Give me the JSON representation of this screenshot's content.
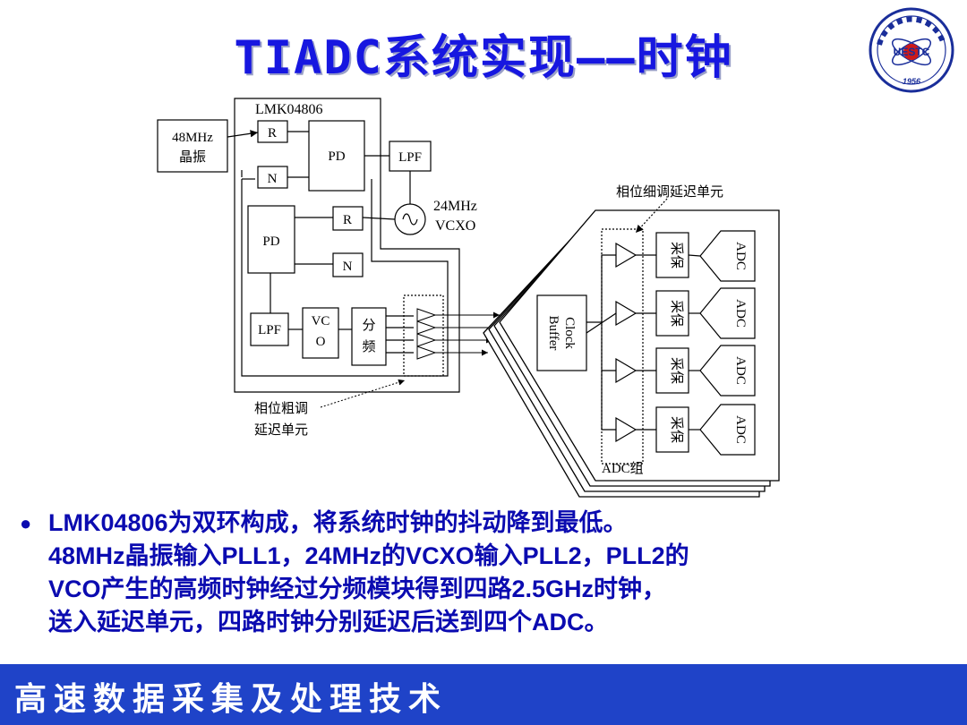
{
  "slide": {
    "title": "TIADC系统实现——时钟",
    "logo_text": "UESTC",
    "logo_year": "1956",
    "footer": "高速数据采集及处理技术"
  },
  "diagram": {
    "chip_label": "LMK04806",
    "crystal_line1": "48MHz",
    "crystal_line2": "晶振",
    "r1": "R",
    "n1": "N",
    "pd1": "PD",
    "lpf1": "LPF",
    "vcxo_line1": "24MHz",
    "vcxo_line2": "VCXO",
    "r2": "R",
    "n2": "N",
    "pd2": "PD",
    "lpf2": "LPF",
    "vco_line1": "VC",
    "vco_line2": "O",
    "divider_line1": "分",
    "divider_line2": "频",
    "coarse_delay_line1": "相位粗调",
    "coarse_delay_line2": "延迟单元",
    "fine_delay_label": "相位细调延迟单元",
    "clock_buffer_line1": "Clock",
    "clock_buffer_line2": "Buffer",
    "sh_label": "采保",
    "adc_label": "ADC",
    "adc_group_label": "ADC组"
  },
  "bullet": {
    "line1": "LMK04806为双环构成，将系统时钟的抖动降到最低。",
    "line2": "48MHz晶振输入PLL1，24MHz的VCXO输入PLL2，PLL2的",
    "line3": "VCO产生的高频时钟经过分频模块得到四路2.5GHz时钟，",
    "line4": "送入延迟单元，四路时钟分别延迟后送到四个ADC。"
  },
  "colors": {
    "title": "#1717e0",
    "bullet_text": "#0b0bb0",
    "footer_bar": "#1f43c8",
    "footer_text": "#ffffff"
  }
}
